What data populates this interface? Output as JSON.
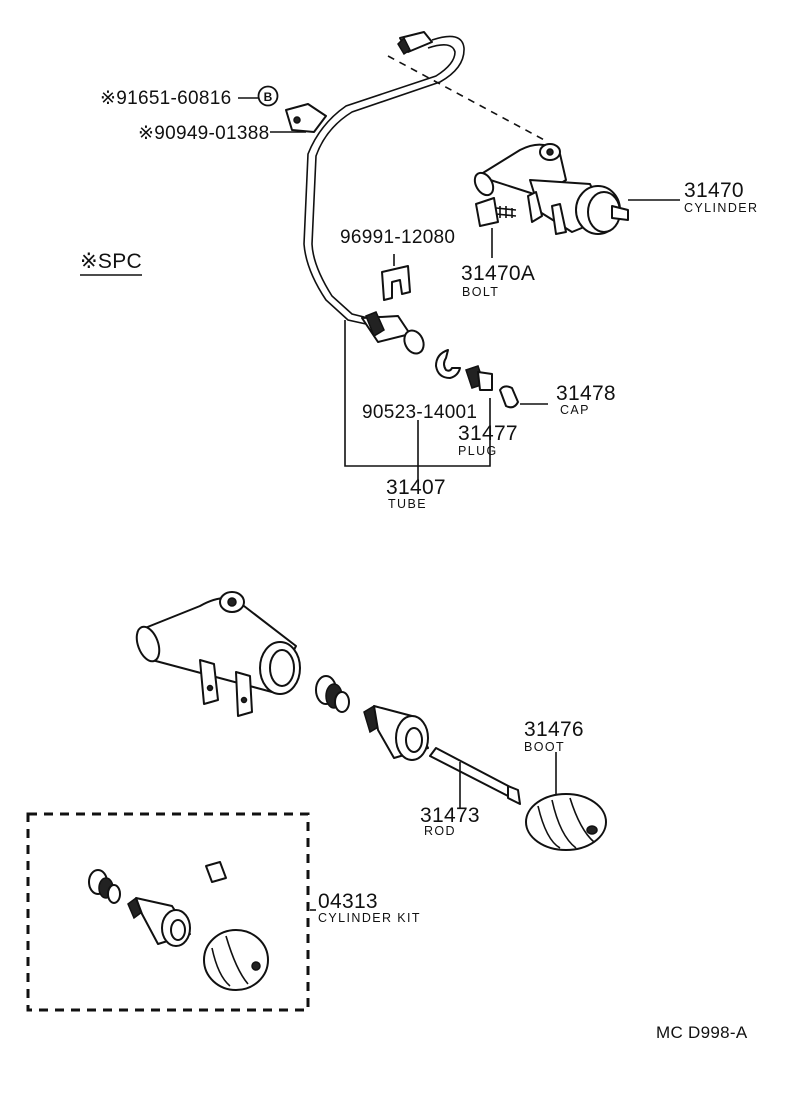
{
  "labels": {
    "p91651": "※91651-60816",
    "p90949": "※90949-01388",
    "b_marker": "B",
    "spc": "※SPC",
    "p96991": "96991-12080",
    "p31470": "31470",
    "p31470_name": "CYLINDER",
    "p31470a": "31470A",
    "p31470a_name": "BOLT",
    "p90523": "90523-14001",
    "p31477": "31477",
    "p31477_name": "PLUG",
    "p31478": "31478",
    "p31478_name": "CAP",
    "p31407": "31407",
    "p31407_name": "TUBE",
    "p31476": "31476",
    "p31476_name": "BOOT",
    "p31473": "31473",
    "p31473_name": "ROD",
    "p04313": "04313",
    "p04313_name": "CYLINDER KIT",
    "ref": "MC  D998-A"
  }
}
